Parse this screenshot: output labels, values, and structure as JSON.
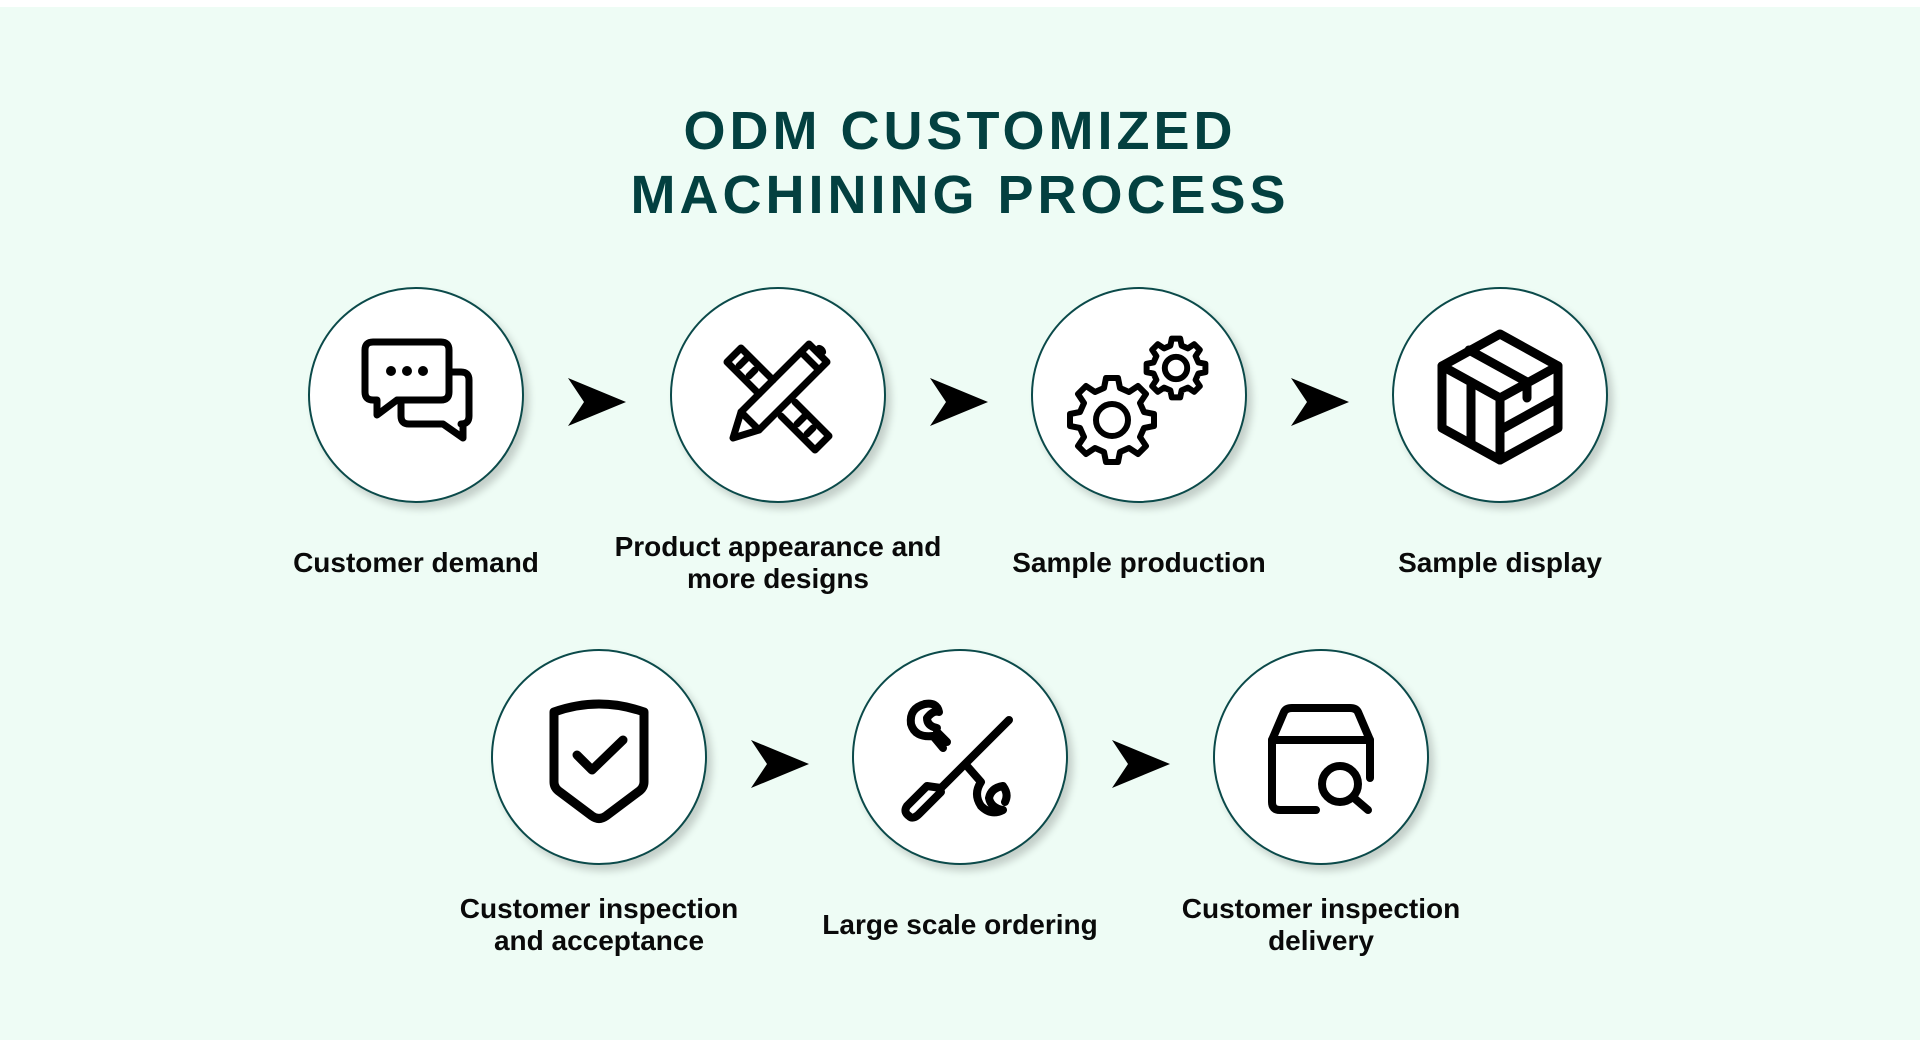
{
  "title": {
    "line1": "ODM CUSTOMIZED",
    "line2": "MACHINING PROCESS",
    "color": "#034040"
  },
  "colors": {
    "background": "#eefcf5",
    "circle_border": "#0b4a4a",
    "arrow": "#000000",
    "label": "#0a0a0a"
  },
  "steps": [
    {
      "label": "Customer demand",
      "icon": "chat-bubbles-icon"
    },
    {
      "label": "Product appearance and more designs",
      "icon": "pencil-ruler-icon"
    },
    {
      "label": "Sample production",
      "icon": "gears-icon"
    },
    {
      "label": "Sample display",
      "icon": "box-icon"
    },
    {
      "label": "Customer inspection and acceptance",
      "icon": "shield-check-icon"
    },
    {
      "label": "Large scale ordering",
      "icon": "tools-icon"
    },
    {
      "label": "Customer inspection delivery",
      "icon": "box-search-icon"
    }
  ],
  "labels_lines": [
    [
      "Customer demand"
    ],
    [
      "Product appearance and",
      "more designs"
    ],
    [
      "Sample production"
    ],
    [
      "Sample display"
    ],
    [
      "Customer inspection",
      "and acceptance"
    ],
    [
      "Large scale ordering"
    ],
    [
      "Customer inspection",
      "delivery"
    ]
  ]
}
